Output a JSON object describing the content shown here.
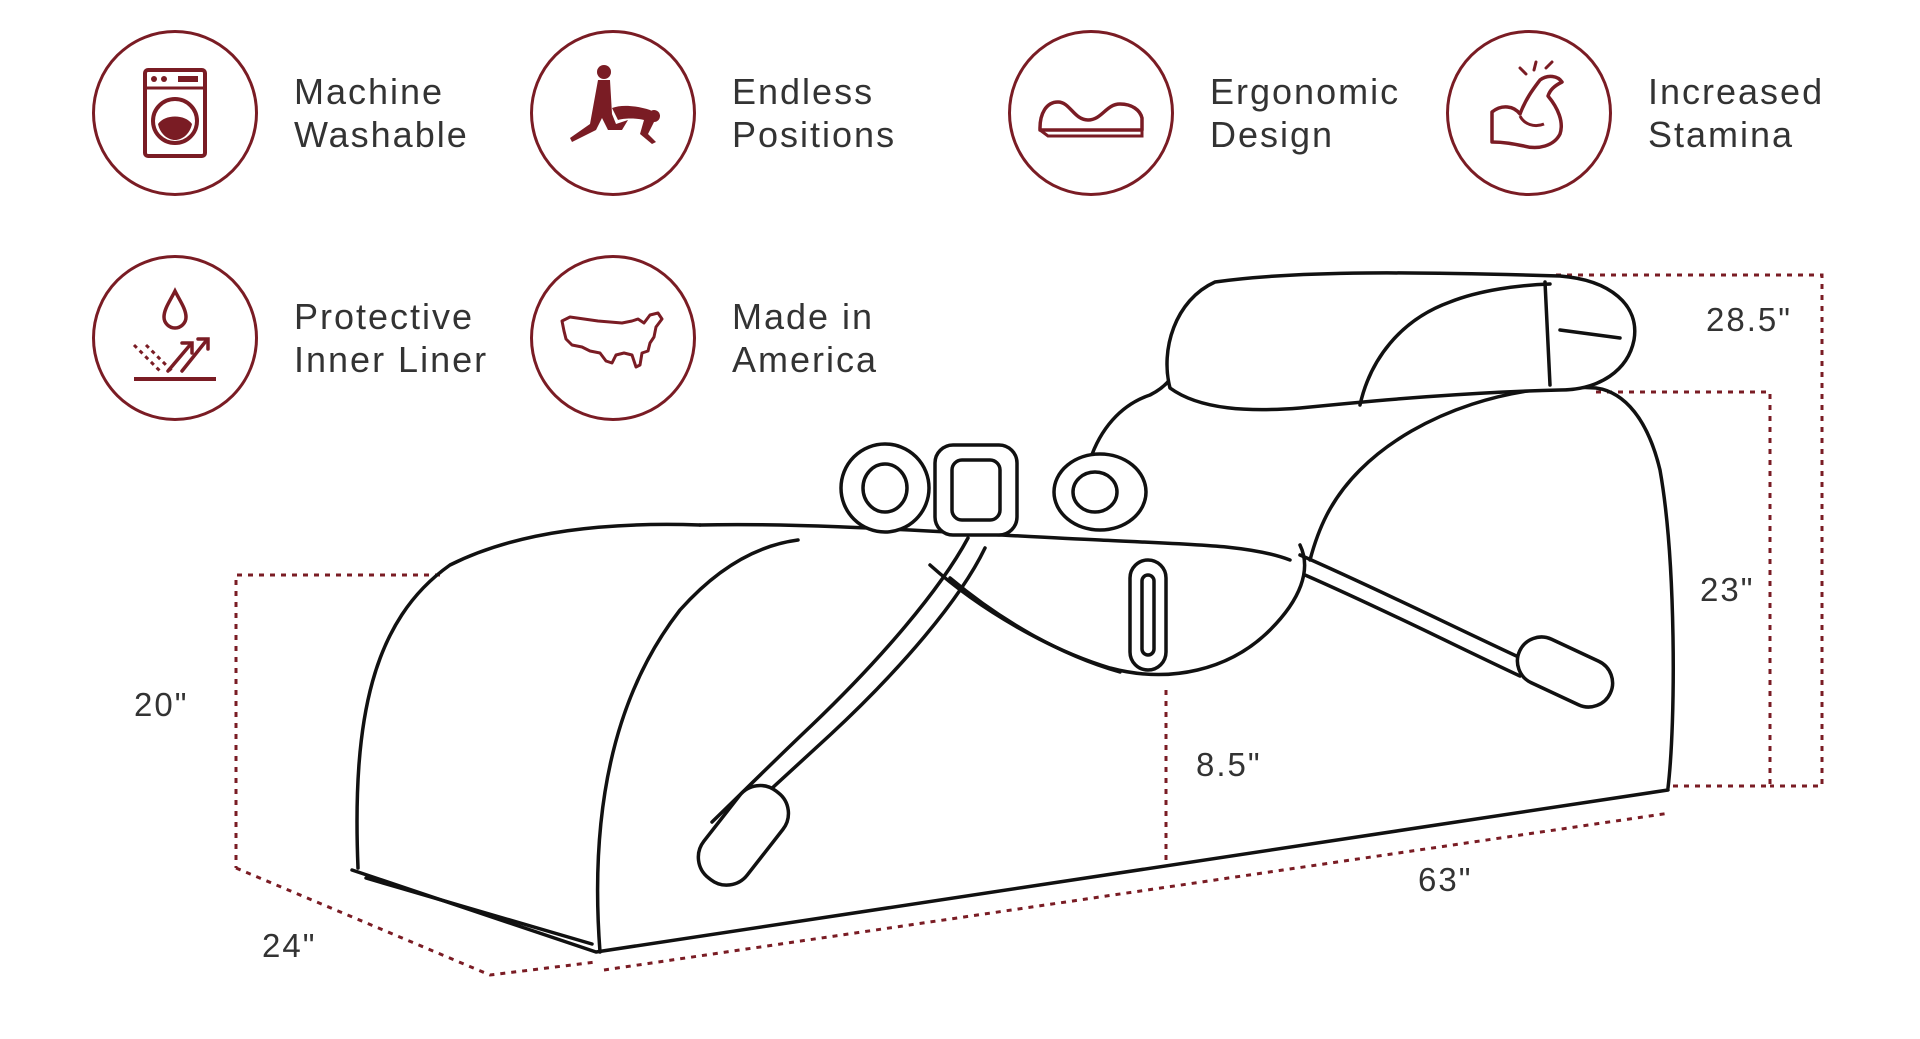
{
  "features": {
    "machine_washable": {
      "line1": "Machine",
      "line2": "Washable",
      "icon": "washing-machine-icon"
    },
    "endless_positions": {
      "line1": "Endless",
      "line2": "Positions",
      "icon": "couple-position-icon"
    },
    "ergonomic_design": {
      "line1": "Ergonomic",
      "line2": "Design",
      "icon": "wave-cushion-icon"
    },
    "increased_stamina": {
      "line1": "Increased",
      "line2": "Stamina",
      "icon": "flexed-arm-icon"
    },
    "protective_liner": {
      "line1": "Protective",
      "line2": "Inner Liner",
      "icon": "water-repel-icon"
    },
    "made_in_america": {
      "line1": "Made in",
      "line2": "America",
      "icon": "usa-map-icon"
    }
  },
  "dimensions": {
    "front_height": "20\"",
    "width": "24\"",
    "center_height": "8.5\"",
    "length": "63\"",
    "back_height": "23\"",
    "top_height": "28.5\""
  },
  "colors": {
    "accent": "#7a1c24",
    "text": "#333333",
    "outline": "#111111"
  }
}
